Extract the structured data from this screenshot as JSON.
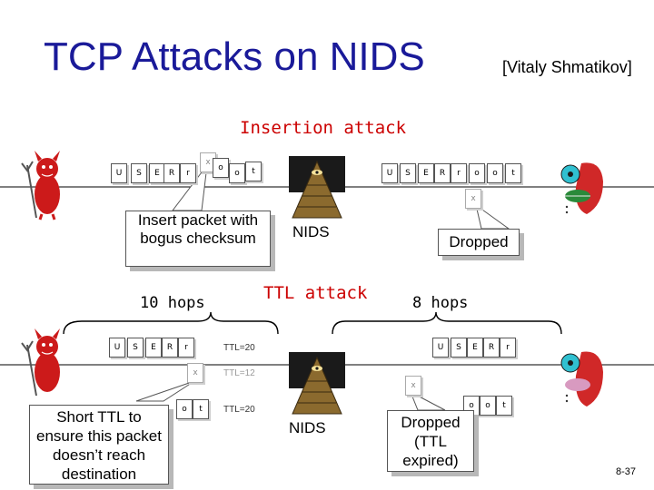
{
  "title": "TCP Attacks on NIDS",
  "attribution": "[Vitaly Shmatikov]",
  "insertion": {
    "heading": "Insertion attack",
    "sent_packets": [
      "U",
      "S",
      "E",
      "R",
      "r",
      "o",
      "o",
      "t"
    ],
    "bogus_packet": "x",
    "nids_packets": [
      "U",
      "S",
      "E",
      "R",
      "r",
      "o",
      "o",
      "t"
    ],
    "dropped_packet": "x",
    "callout": "Insert packet with bogus checksum",
    "nids_label": "NIDS",
    "dropped_label": "Dropped"
  },
  "ttl": {
    "heading": "TTL attack",
    "hops_left": "10 hops",
    "hops_right": "8 hops",
    "row1_packets": [
      "U",
      "S",
      "E",
      "R",
      "r"
    ],
    "row1_ttl": "TTL=20",
    "row2_packet": "x",
    "row2_ttl": "TTL=12",
    "row3_packets": [
      "o",
      "t"
    ],
    "row3_ttl": "TTL=20",
    "dest_row1": [
      "U",
      "S",
      "E",
      "R",
      "r"
    ],
    "dest_row2": "x",
    "dest_row3": [
      "o",
      "o",
      "t"
    ],
    "short_ttl_callout": "Short TTL to ensure this packet doesn’t reach destination",
    "nids_label": "NIDS",
    "dropped_label": "Dropped (TTL expired)"
  },
  "page_number": "8-37",
  "colors": {
    "title": "#1a1a99",
    "accent_red": "#cc0000"
  }
}
